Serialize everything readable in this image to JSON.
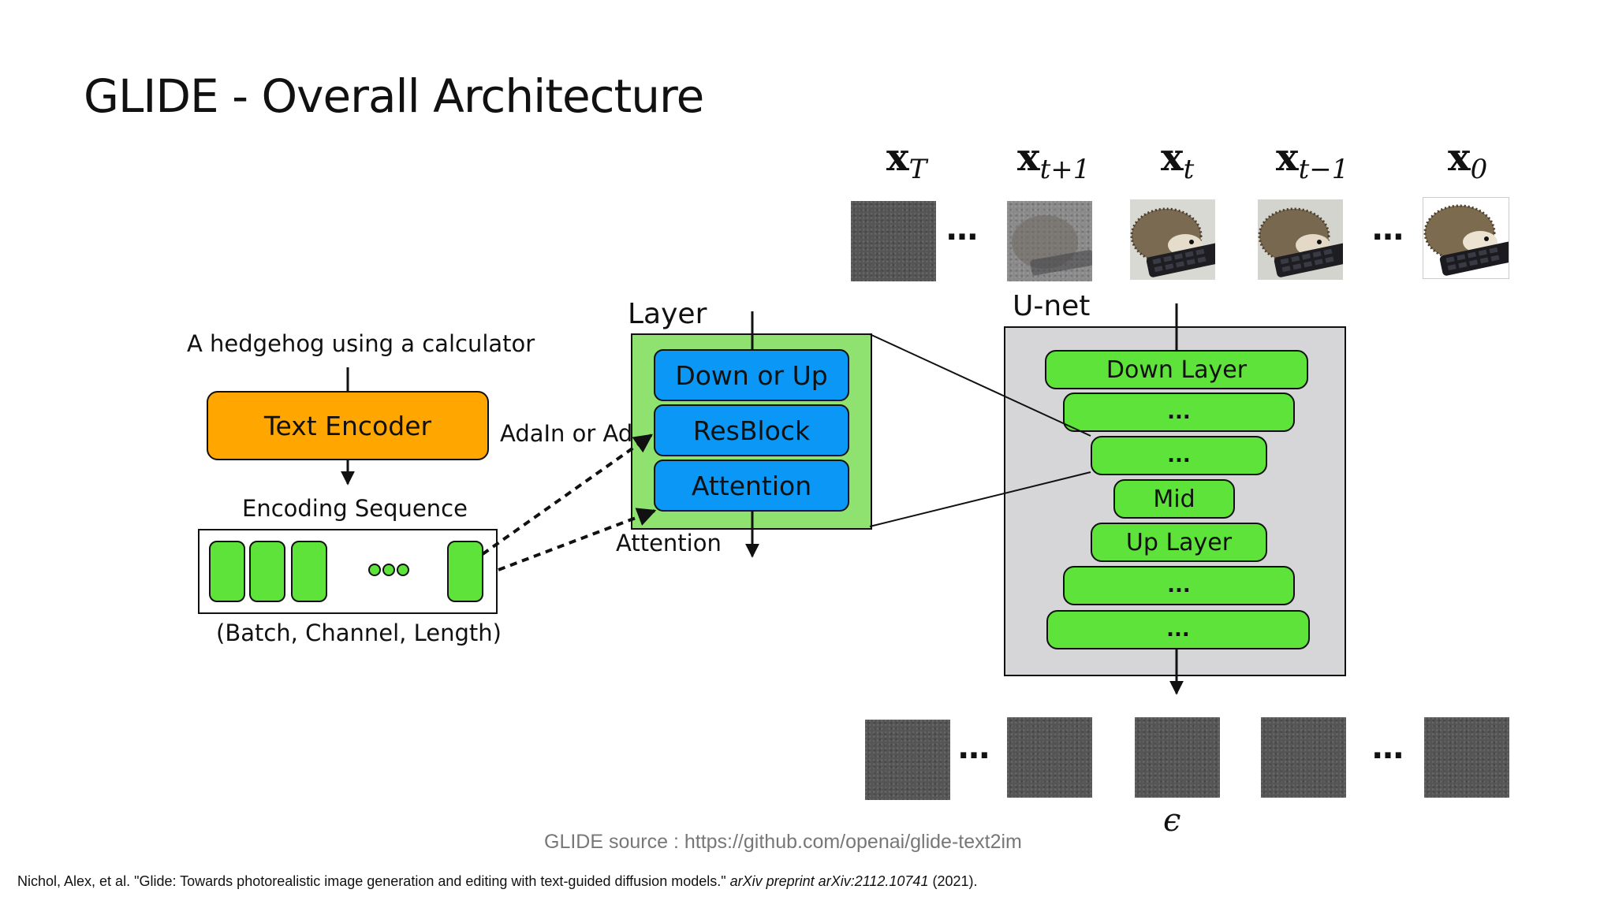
{
  "title": "GLIDE - Overall Architecture",
  "timesteps": {
    "labels": [
      {
        "base": "x",
        "sub": "T"
      },
      {
        "base": "x",
        "sub": "t+1"
      },
      {
        "base": "x",
        "sub": "t"
      },
      {
        "base": "x",
        "sub": "t−1"
      },
      {
        "base": "x",
        "sub": "0"
      }
    ],
    "ellipsis": "…"
  },
  "text_branch": {
    "prompt": "A hedgehog using a calculator",
    "encoder_label": "Text Encoder",
    "sequence_label": "Encoding Sequence",
    "shape_label": "(Batch, Channel, Length)",
    "adain_label": "AdaIn or Add",
    "attention_label": "Attention"
  },
  "layer_block": {
    "title": "Layer",
    "blocks": [
      "Down or Up",
      "ResBlock",
      "Attention"
    ]
  },
  "unet": {
    "title": "U-net",
    "blocks": [
      "Down Layer",
      "...",
      "...",
      "Mid",
      "Up Layer",
      "...",
      "..."
    ]
  },
  "output_label": "ϵ",
  "source_note": "GLIDE source : https://github.com/openai/glide-text2im",
  "citation": {
    "main": "Nichol, Alex, et al. \"Glide: Towards photorealistic image generation and editing with text-guided diffusion models.\"",
    "italic": "arXiv preprint arXiv:2112.10741",
    "year": "(2021)."
  },
  "colors": {
    "encoder": "#ffa600",
    "green": "#5ee33a",
    "blue": "#0a97f5",
    "layer_bg": "#8fe270",
    "unet_bg": "#d6d6d9"
  }
}
